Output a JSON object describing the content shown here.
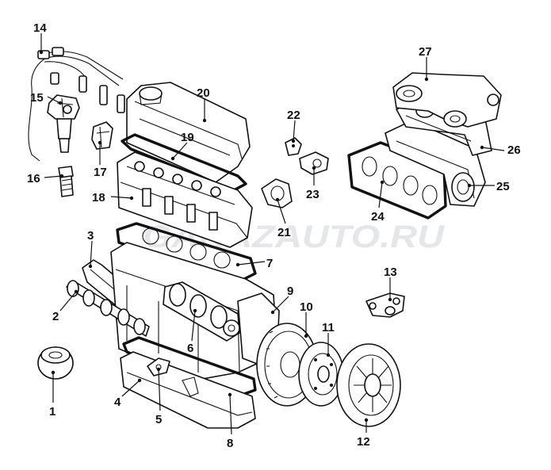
{
  "watermark": {
    "text": "GARAZAUTO.RU"
  },
  "callouts": [
    "1",
    "2",
    "3",
    "4",
    "5",
    "6",
    "7",
    "8",
    "9",
    "10",
    "11",
    "12",
    "13",
    "14",
    "15",
    "16",
    "17",
    "18",
    "19",
    "20",
    "21",
    "22",
    "23",
    "24",
    "25",
    "26",
    "27"
  ]
}
